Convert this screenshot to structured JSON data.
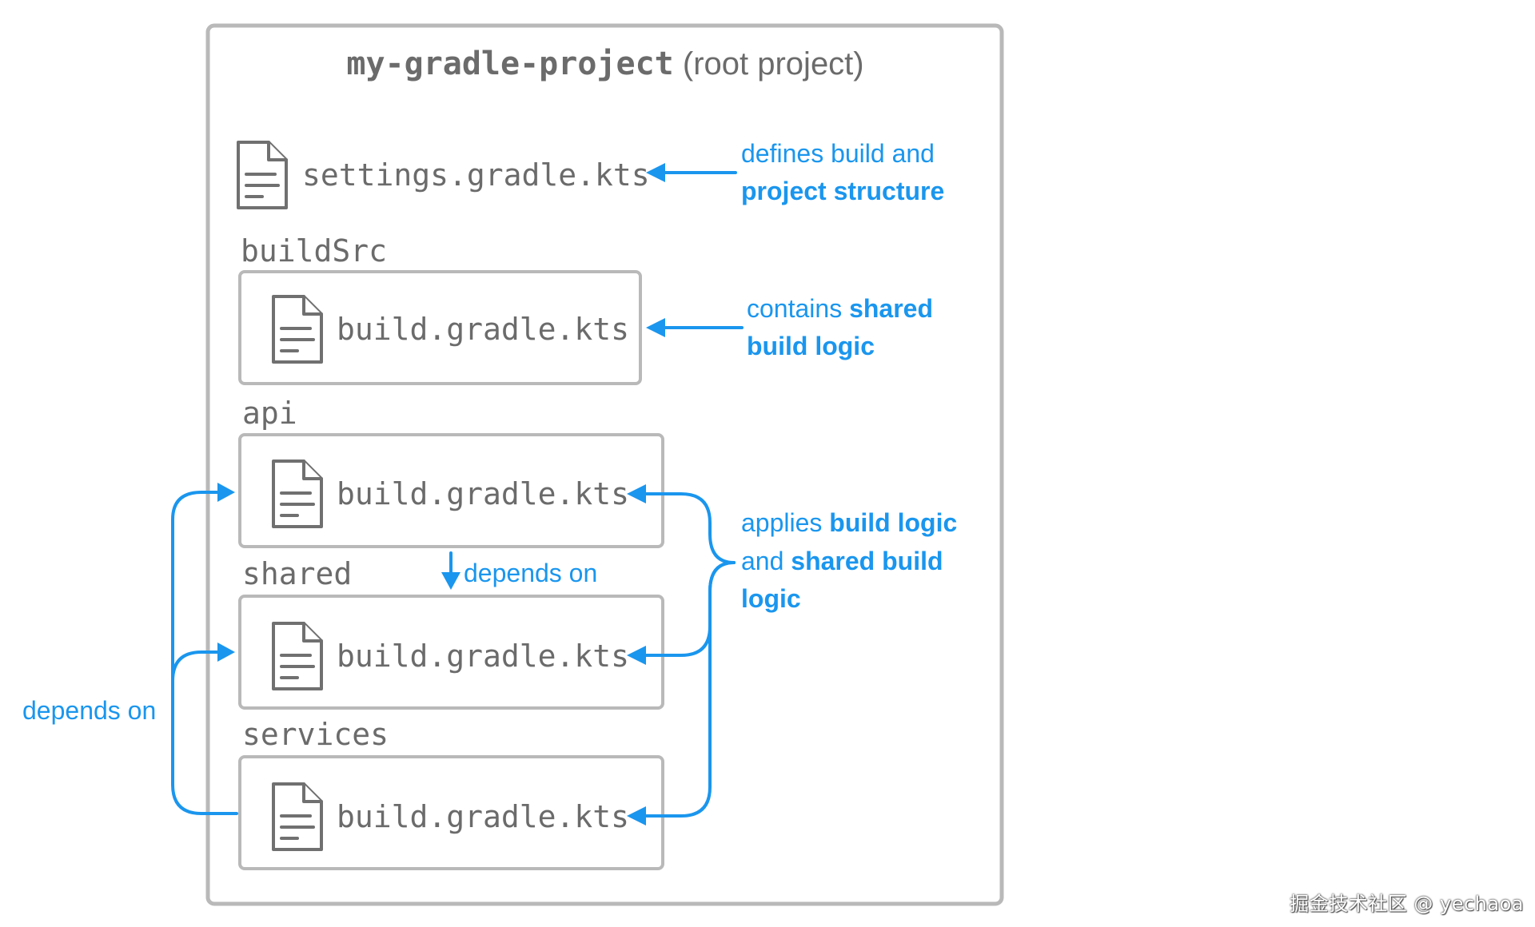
{
  "root": {
    "name": "my-gradle-project",
    "suffix": " (root project)"
  },
  "settings": {
    "file": "settings.gradle.kts",
    "annotation": {
      "line1": "defines build and",
      "line2": "project structure"
    }
  },
  "modules": [
    {
      "label": "buildSrc",
      "file": "build.gradle.kts"
    },
    {
      "label": "api",
      "file": "build.gradle.kts"
    },
    {
      "label": "shared",
      "file": "build.gradle.kts"
    },
    {
      "label": "services",
      "file": "build.gradle.kts"
    }
  ],
  "annotations": {
    "buildsrc": {
      "line1_plain": "contains ",
      "line1_bold": "shared",
      "line2_bold": "build logic"
    },
    "applies": {
      "line1_plain": "applies ",
      "line1_bold": "build logic",
      "line2_plain": "and ",
      "line2_bold": "shared build",
      "line3_bold": "logic"
    },
    "api_depends": "depends on",
    "left_depends": "depends on"
  },
  "watermark": "掘金技术社区 @ yechaoa",
  "colors": {
    "accent": "#1a96ee",
    "box_border": "#b9b9b9",
    "text_gray": "#6b6b6b"
  }
}
